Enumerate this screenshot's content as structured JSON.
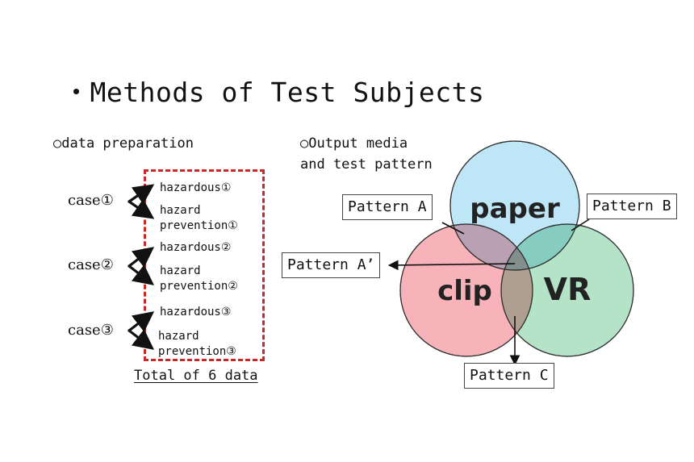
{
  "title": "・Methods of Test Subjects",
  "left": {
    "heading": "○data preparation",
    "cases": [
      {
        "case": "case①",
        "hazardous": "hazardous①",
        "prevention_line1": "hazard",
        "prevention_line2": "prevention①"
      },
      {
        "case": "case②",
        "hazardous": "hazardous②",
        "prevention_line1": "hazard",
        "prevention_line2": "prevention②"
      },
      {
        "case": "case③",
        "hazardous": "hazardous③",
        "prevention_line1": "hazard",
        "prevention_line2": "prevention③"
      }
    ],
    "total": "Total of 6 data",
    "box_color": "#c62828"
  },
  "right": {
    "heading_line1": "○Output media",
    "heading_line2": "and test pattern",
    "circles": [
      {
        "label": "paper",
        "color": "#bfe6f7"
      },
      {
        "label": "clip",
        "color": "#f7b3b9"
      },
      {
        "label": "VR",
        "color": "#b4e3c8"
      }
    ],
    "patterns": {
      "a": "Pattern A",
      "b": "Pattern B",
      "a_prime": "Pattern A’",
      "c": "Pattern C"
    }
  }
}
